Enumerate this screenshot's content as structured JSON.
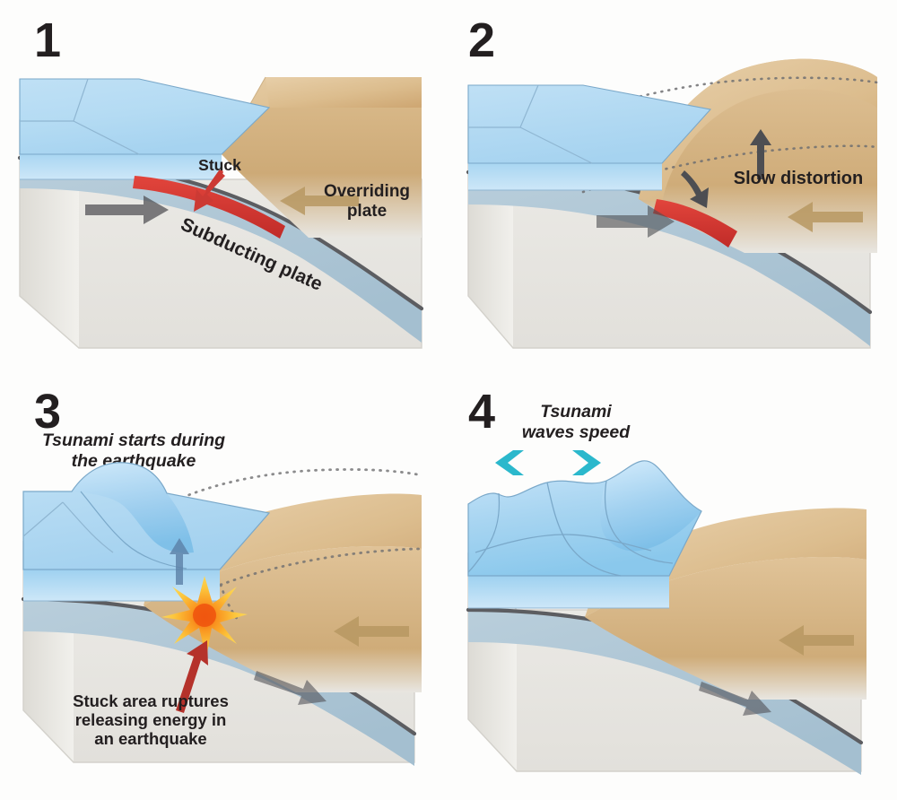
{
  "figure": {
    "title": "Tsunami generation at a subduction zone",
    "background_color": "#fdfdfc"
  },
  "colors": {
    "water_light": "#cfe7f7",
    "water_mid": "#a9d5f0",
    "water_deep": "#7dbfe8",
    "water_edge": "#5f93b8",
    "overriding_plate_light": "#e3c79d",
    "overriding_plate_mid": "#d6b585",
    "overriding_plate_dark": "#c4a06a",
    "subducting_plate": "#aec5d3",
    "subducting_plate_dark": "#93aec0",
    "mantle_gray": "#e9e8e4",
    "mantle_gray_dark": "#d6d4cf",
    "fault_line": "#55565a",
    "stuck_red": "#d9362f",
    "stuck_red_dark": "#b0282a",
    "arrow_gray": "#4d4e52",
    "arrow_tan": "#b79862",
    "arrow_blue": "#5b7fa6",
    "arrow_teal": "#2bb8cc",
    "burst_outer": "#fbd34e",
    "burst_inner": "#f47a20",
    "text_dark": "#231f20"
  },
  "panels": [
    {
      "number": "1",
      "caption": "",
      "labels": {
        "stuck": "Stuck",
        "overriding": "Overriding",
        "overriding_line2": "plate",
        "subducting": "Subducting plate"
      },
      "icons": [
        "stuck-arrow-icon",
        "overriding-plate-arrow-icon",
        "subducting-plate-arrow-icon"
      ]
    },
    {
      "number": "2",
      "caption": "",
      "labels": {
        "slow_distortion": "Slow distortion"
      },
      "icons": [
        "distortion-up-arrow-icon",
        "distortion-seaward-arrow-icon",
        "overriding-plate-arrow-icon",
        "subducting-plate-arrow-icon",
        "dotted-original-outline-icon"
      ]
    },
    {
      "number": "3",
      "caption": "Tsunami starts during\nthe earthquake",
      "labels": {
        "rupture_line1": "Stuck area ruptures",
        "rupture_line2": "releasing energy in",
        "rupture_line3": "an earthquake"
      },
      "icons": [
        "earthquake-burst-icon",
        "rupture-arrow-icon",
        "water-uplift-arrow-icon",
        "overriding-plate-arrow-icon",
        "subducting-plate-arrow-icon",
        "dotted-original-outline-icon"
      ]
    },
    {
      "number": "4",
      "caption": "Tsunami\nwaves speed",
      "labels": {},
      "icons": [
        "tsunami-left-chevron-icon",
        "tsunami-right-chevron-icon",
        "overriding-plate-arrow-icon",
        "subducting-plate-arrow-icon"
      ]
    }
  ]
}
